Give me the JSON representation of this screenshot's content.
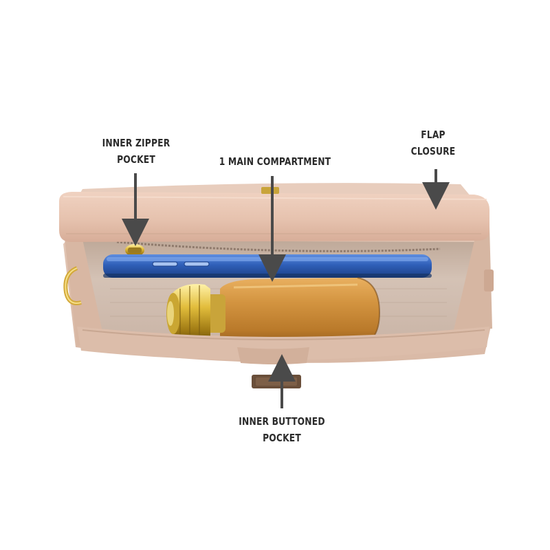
{
  "labels": {
    "zipper": {
      "line1": "INNER ZIPPER",
      "line2": "POCKET"
    },
    "main": {
      "line1": "1 MAIN COMPARTMENT"
    },
    "flap": {
      "line1": "FLAP",
      "line2": "CLOSURE"
    },
    "buttoned": {
      "line1": "INNER BUTTONED",
      "line2": "POCKET"
    }
  },
  "colors": {
    "leather": "#e8c7b4",
    "lining": "#cdb9ab",
    "phone": "#2f5fb8",
    "bottle": "#c8862c",
    "cap": "#d8b23a",
    "arrow": "#4a4a4a"
  }
}
